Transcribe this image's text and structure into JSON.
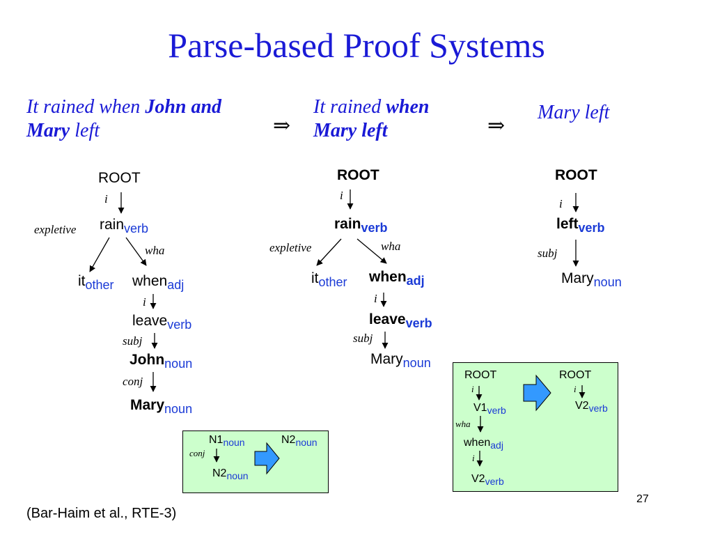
{
  "title": "Parse-based Proof Systems",
  "implies_symbol": "⇒",
  "sentences": {
    "s1": {
      "part1": "It rained when ",
      "part2": "John and",
      "part3": "Mary",
      "part4": " left"
    },
    "s2": {
      "part1": "It rained ",
      "part2": "when",
      "part3": "Mary left"
    },
    "s3": {
      "text": "Mary left"
    }
  },
  "tree1": {
    "root": "ROOT",
    "rel_i": "i",
    "rain": {
      "word": "rain",
      "pos": "verb"
    },
    "rel_expletive": "expletive",
    "rel_wha": "wha",
    "it": {
      "word": "it",
      "pos": "other"
    },
    "when": {
      "word": "when",
      "pos": "adj"
    },
    "rel_i2": "i",
    "leave": {
      "word": "leave",
      "pos": "verb"
    },
    "rel_subj": "subj",
    "john": {
      "word": "John",
      "pos": "noun"
    },
    "rel_conj": "conj",
    "mary": {
      "word": "Mary",
      "pos": "noun"
    }
  },
  "tree2": {
    "root": "ROOT",
    "rel_i": "i",
    "rain": {
      "word": "rain",
      "pos": "verb"
    },
    "rel_expletive": "expletive",
    "rel_wha": "wha",
    "it": {
      "word": "it",
      "pos": "other"
    },
    "when": {
      "word": "when",
      "pos": "adj"
    },
    "rel_i2": "i",
    "leave": {
      "word": "leave",
      "pos": "verb"
    },
    "rel_subj": "subj",
    "mary": {
      "word": "Mary",
      "pos": "noun"
    }
  },
  "tree3": {
    "root": "ROOT",
    "rel_i": "i",
    "left": {
      "word": "left",
      "pos": "verb"
    },
    "rel_subj": "subj",
    "mary": {
      "word": "Mary",
      "pos": "noun"
    }
  },
  "rule1": {
    "n1": {
      "word": "N1",
      "pos": "noun"
    },
    "rel_conj": "conj",
    "n2a": {
      "word": "N2",
      "pos": "noun"
    },
    "n2b": {
      "word": "N2",
      "pos": "noun"
    }
  },
  "rule2": {
    "root_l": "ROOT",
    "rel_i1": "i",
    "v1": {
      "word": "V1",
      "pos": "verb"
    },
    "rel_wha": "wha",
    "when": {
      "word": "when",
      "pos": "adj"
    },
    "rel_i2": "i",
    "v2": {
      "word": "V2",
      "pos": "verb"
    },
    "root_r": "ROOT",
    "rel_i3": "i",
    "v2r": {
      "word": "V2",
      "pos": "verb"
    }
  },
  "citation": "(Bar-Haim et al., RTE-3)",
  "page_number": "27",
  "colors": {
    "title": "#1a1ad6",
    "pos": "#1a3ad6",
    "rule_box": "#ccffcc",
    "arrow_fill": "#3399ff"
  }
}
